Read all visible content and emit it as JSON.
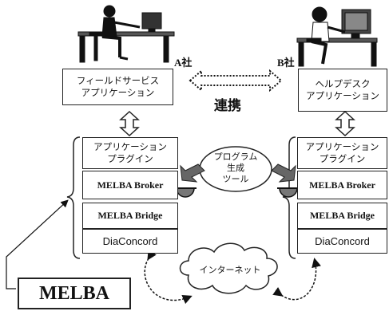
{
  "company_a": "A社",
  "company_b": "B社",
  "link_label": "連携",
  "left_stack": {
    "app": [
      "フィールドサービス",
      "アプリケーション"
    ],
    "plugin": [
      "アプリケーション",
      "プラグイン"
    ],
    "broker": "MELBA Broker",
    "bridge": "MELBA Bridge",
    "diaconcord": "DiaConcord"
  },
  "right_stack": {
    "app": [
      "ヘルプデスク",
      "アプリケーション"
    ],
    "plugin": [
      "アプリケーション",
      "プラグイン"
    ],
    "broker": "MELBA Broker",
    "bridge": "MELBA Bridge",
    "diaconcord": "DiaConcord"
  },
  "program_tool": [
    "プログラム",
    "生成",
    "ツール"
  ],
  "internet": "インターネット",
  "melba_label": "MELBA"
}
